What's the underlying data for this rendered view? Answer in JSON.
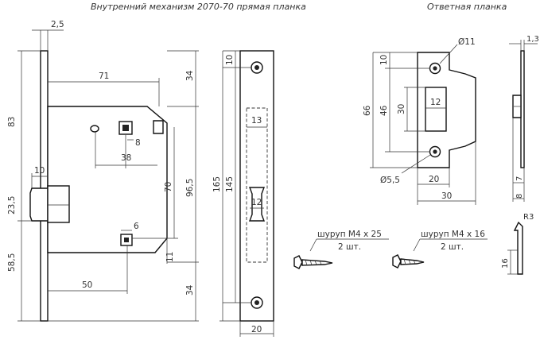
{
  "titles": {
    "mechanism": "Внутренний механизм 2070-70 прямая планка",
    "strike": "Ответная планка"
  },
  "dimensions": {
    "plate_thickness": "2,5",
    "height_total": "83",
    "backset": "71",
    "top_34": "34",
    "handle_offset_38": "38",
    "square_8": "8",
    "latch_10": "10",
    "latch_23_5": "23,5",
    "height_58_5": "58,5",
    "spacing_70": "70",
    "spacing_96_5": "96,5",
    "square_6": "6",
    "bolt_11": "11",
    "backset_50": "50",
    "bottom_34": "34",
    "faceplate_top_10": "10",
    "faceplate_145": "145",
    "faceplate_165": "165",
    "faceplate_13": "13",
    "faceplate_12": "12",
    "faceplate_20": "20",
    "strike_hole": "Ø11",
    "strike_10": "10",
    "strike_66": "66",
    "strike_46": "46",
    "strike_30": "30",
    "strike_12": "12",
    "strike_small_hole": "Ø5,5",
    "strike_20": "20",
    "strike_30w": "30",
    "side_1_3": "1,3",
    "side_7": "7",
    "side_8": "8",
    "side_r3": "R3",
    "side_16": "16"
  },
  "screws": {
    "long_label": "шуруп М4 x 25",
    "long_qty": "2 шт.",
    "short_label": "шуруп М4 x 16",
    "short_qty": "2 шт."
  }
}
